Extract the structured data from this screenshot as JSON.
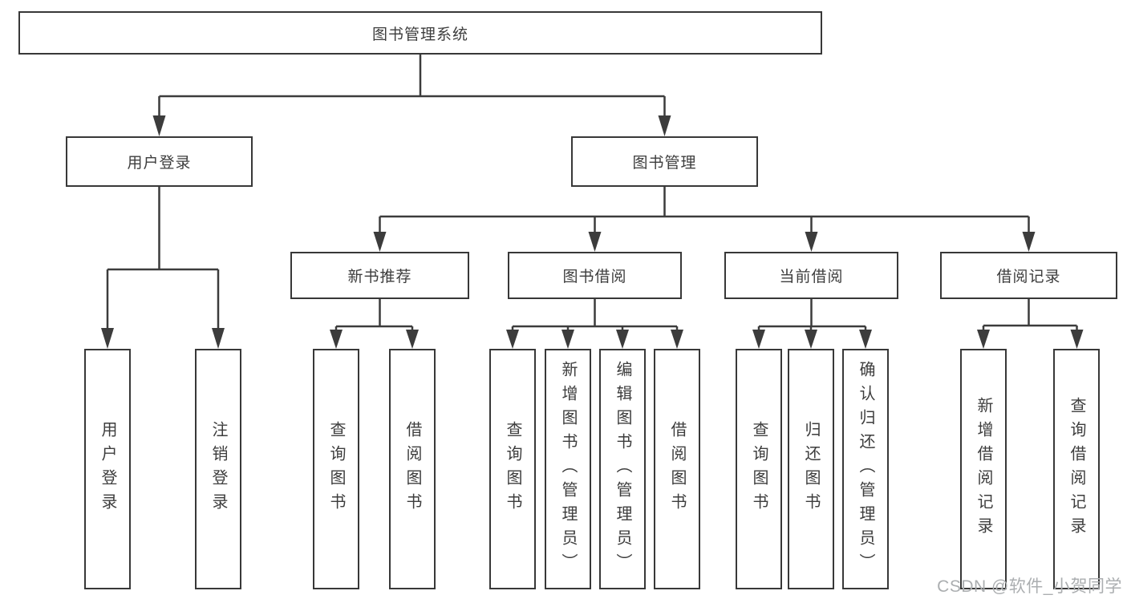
{
  "nodes": {
    "root": "图书管理系统",
    "user_login": "用户登录",
    "book_management": "图书管理",
    "new_book_recommend": "新书推荐",
    "book_borrowing": "图书借阅",
    "current_borrowing": "当前借阅",
    "borrowing_records": "借阅记录",
    "leaf_user_login": "用户登录",
    "leaf_logout": "注销登录",
    "leaf_query_books_recommend": "查询图书",
    "leaf_borrow_books_recommend": "借阅图书",
    "leaf_query_books_borrowing": "查询图书",
    "leaf_add_books_admin": "新增图书（管理员）",
    "leaf_edit_books_admin": "编辑图书（管理员）",
    "leaf_borrow_books_borrowing": "借阅图书",
    "leaf_query_books_current": "查询图书",
    "leaf_return_books": "归还图书",
    "leaf_confirm_return_admin": "确认归还（管理员）",
    "leaf_add_borrow_record": "新增借阅记录",
    "leaf_query_borrow_record": "查询借阅记录"
  },
  "watermark": "CSDN @软件_小贺同学",
  "colors": {
    "line": "#3c3c3c",
    "text": "#3d3d3d",
    "background": "#ffffff",
    "watermark": "#abaeb0"
  }
}
